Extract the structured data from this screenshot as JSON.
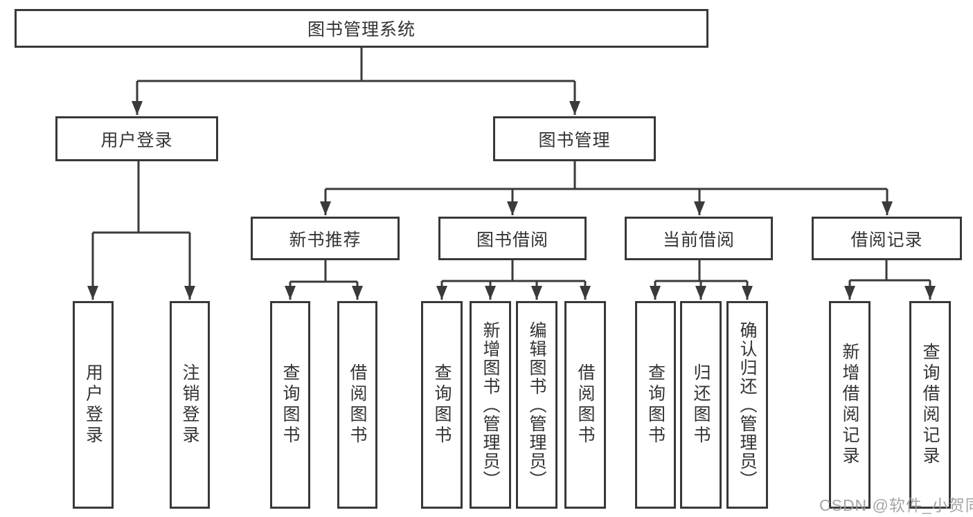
{
  "root": {
    "label": "图书管理系统"
  },
  "branches": {
    "user_login": {
      "label": "用户登录",
      "children": [
        "用户登录",
        "注销登录"
      ]
    },
    "book_management": {
      "label": "图书管理",
      "sections": {
        "new_book_recommend": {
          "label": "新书推荐",
          "children": [
            "查询图书",
            "借阅图书"
          ]
        },
        "book_borrow": {
          "label": "图书借阅",
          "children": [
            "查询图书",
            "新增图书（管理员）",
            "编辑图书（管理员）",
            "借阅图书"
          ]
        },
        "current_borrow": {
          "label": "当前借阅",
          "children": [
            "查询图书",
            "归还图书",
            "确认归还（管理员）"
          ]
        },
        "borrow_record": {
          "label": "借阅记录",
          "children": [
            "新增借阅记录",
            "查询借阅记录"
          ]
        }
      }
    }
  },
  "watermark": "CSDN @软件_小贺同学",
  "colors": {
    "box_border": "#383838",
    "line": "#3a3a3a",
    "text": "#333333",
    "watermark": "#9b9b9b"
  }
}
